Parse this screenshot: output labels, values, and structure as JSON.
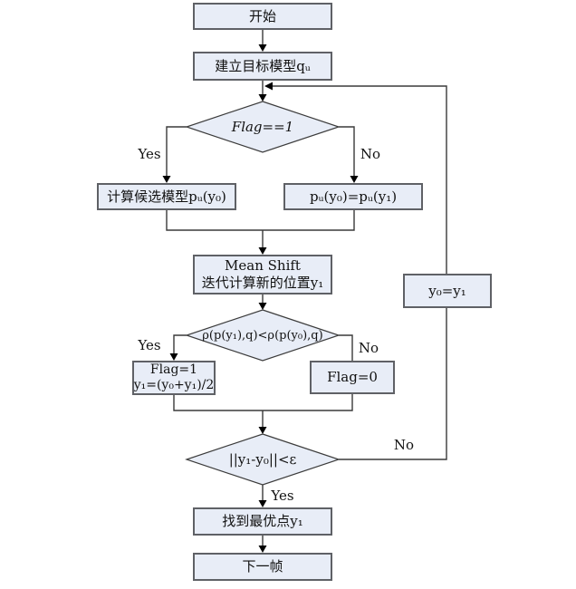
{
  "diagram": {
    "description": "Mean Shift target tracking algorithm flowchart",
    "colors": {
      "background": "#ffffff",
      "node_fill": "#e8edf7",
      "node_border": "#5f6166",
      "connector_line": "#3a3a3a",
      "arrowhead": "#000000",
      "text": "#111111"
    }
  },
  "nodes": {
    "start": {
      "label": "开始"
    },
    "build_model": {
      "label": "建立目标模型qᵤ"
    },
    "flag_check": {
      "label": "Flag==1"
    },
    "compute_candidate": {
      "label": "计算候选模型pᵤ(y₀)"
    },
    "copy_model": {
      "label": "pᵤ(y₀)=pᵤ(y₁)"
    },
    "mean_shift": {
      "line1": "Mean Shift",
      "line2": "迭代计算新的位置y₁"
    },
    "rho_check": {
      "label": "ρ(p(y₁),q)<ρ(p(y₀),q)"
    },
    "flag_set1": {
      "line1": "Flag=1",
      "line2": "y₁=(y₀+y₁)/2"
    },
    "flag_set0": {
      "label": "Flag=0"
    },
    "converge_check": {
      "label": "||y₁-y₀||<ε"
    },
    "update_y0": {
      "label": "y₀=y₁"
    },
    "optimum": {
      "label": "找到最优点y₁"
    },
    "next_frame": {
      "label": "下一帧"
    }
  },
  "edges": {
    "flag_yes": "Yes",
    "flag_no": "No",
    "rho_yes": "Yes",
    "rho_no": "No",
    "converge_yes": "Yes",
    "converge_no": "No"
  }
}
